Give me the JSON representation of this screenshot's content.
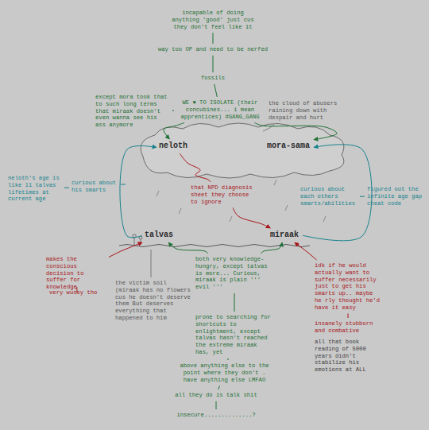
{
  "diagram": {
    "nodes": [
      {
        "text": [
          "incapable of doing anything 'good' just cus they don't feel like it"
        ]
      },
      {
        "text": [
          "way too OP and need to be nerfed"
        ]
      },
      {
        "text": [
          "fossils"
        ]
      },
      {
        "text": [
          "except mora took that to such long terms that miraak doesn't even wanna see his ass anymore"
        ]
      },
      {
        "text": [
          "WE ♥ TO ISOLATE (their concubines... i mean apprentices) #GANG_GANG"
        ]
      },
      {
        "text": [
          "the cloud of abusers raining down with despair and hurt"
        ]
      },
      {
        "text": [
          "neloth"
        ]
      },
      {
        "text": [
          "mora-sama"
        ]
      },
      {
        "text": [
          "neloth's age is like 11 talvas lifetimes at current age"
        ]
      },
      {
        "text": [
          "curious about his smarts"
        ]
      },
      {
        "text": [
          "that NPD diagnosis sheet they choose to ignore"
        ]
      },
      {
        "text": [
          "curious about each others smarts/abilities"
        ]
      },
      {
        "text": [
          "figured out the infinite age gap cheat code"
        ]
      },
      {
        "text": [
          "talvas"
        ]
      },
      {
        "text": [
          "miraak"
        ]
      },
      {
        "text": [
          "makes the conscious decision to suffer for knowledge"
        ]
      },
      {
        "text": [
          "the victim soil (miraak has no flowers cus he doesn't deserve them But deserves everything that happened to him"
        ]
      },
      {
        "text": [
          "both very knowledge-hungry, except talvas is more... Curious, miraak is plain ''' evil '''"
        ]
      },
      {
        "text": [
          "idk if he would actually want to suffer necessarily just to get his smarts up.. maybe he rly thought he'd have it easy"
        ]
      },
      {
        "text": [
          "very wussy tho"
        ]
      },
      {
        "text": [
          "insanely stubborn and combative"
        ]
      },
      {
        "text": [
          "prone to searching for shortcuts to enlightment, except talvas hasn't reached the extreme miraak has, yet"
        ]
      },
      {
        "text": [
          "all that book reading of 5000 years didn't stabilize his emotions at ALL"
        ]
      },
      {
        "text": [
          "above anything else to the point where they don't . have anything else LMFAO"
        ]
      },
      {
        "text": [
          "all they do is talk shit"
        ]
      },
      {
        "text": [
          "insecure..............?"
        ]
      }
    ],
    "edges": [
      {
        "from": 0,
        "to": 1,
        "arrow": "none"
      },
      {
        "from": 1,
        "to": 2,
        "arrow": "none"
      },
      {
        "from": 2,
        "to": 4,
        "arrow": "none"
      },
      {
        "from": 3,
        "to": 4,
        "arrow": "none"
      },
      {
        "from": 4,
        "to": 6,
        "arrow": "to"
      },
      {
        "from": 4,
        "to": 7,
        "arrow": "to"
      },
      {
        "from": 13,
        "to": 6,
        "arrow": "to"
      },
      {
        "from": 14,
        "to": 7,
        "arrow": "to"
      },
      {
        "from": 9,
        "to": 8,
        "arrow": "none"
      },
      {
        "from": 11,
        "to": 12,
        "arrow": "none"
      },
      {
        "from": 6,
        "to": 10,
        "arrow": "none"
      },
      {
        "from": 10,
        "to": 14,
        "arrow": "to"
      },
      {
        "from": 15,
        "to": 13,
        "arrow": "to"
      },
      {
        "from": 15,
        "to": 19,
        "arrow": "none"
      },
      {
        "from": 18,
        "to": 14,
        "arrow": "to"
      },
      {
        "from": 18,
        "to": 20,
        "arrow": "none"
      },
      {
        "from": 17,
        "to": 13,
        "arrow": "to"
      },
      {
        "from": 17,
        "to": 14,
        "arrow": "to"
      },
      {
        "from": 17,
        "to": 21,
        "arrow": "none"
      },
      {
        "from": 21,
        "to": 23,
        "arrow": "none"
      },
      {
        "from": 23,
        "to": 24,
        "arrow": "none"
      },
      {
        "from": 24,
        "to": 25,
        "arrow": "none"
      }
    ]
  }
}
